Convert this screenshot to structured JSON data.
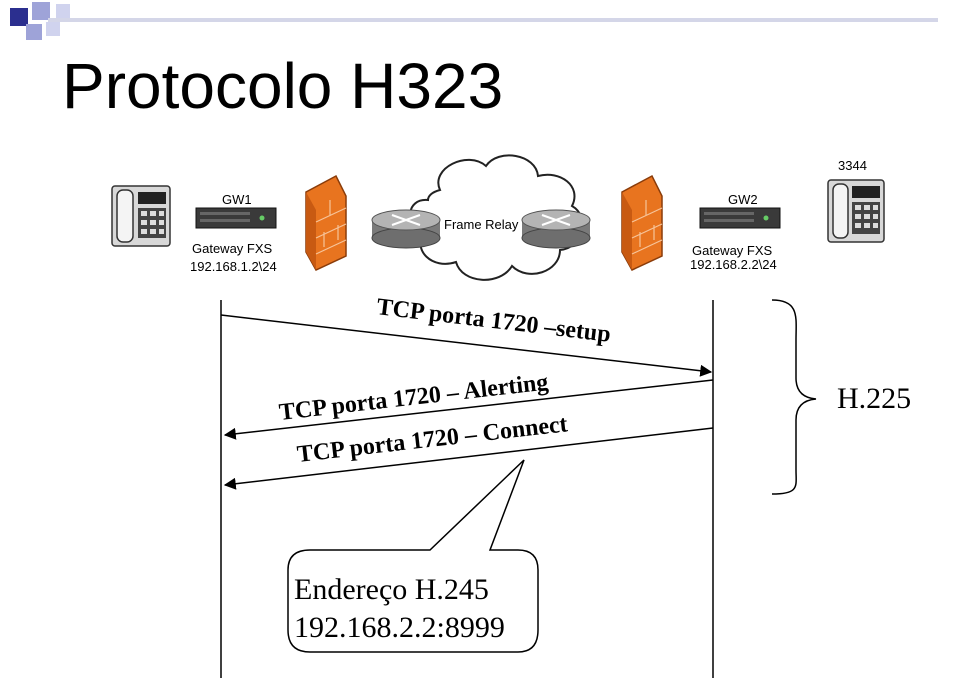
{
  "title": "Protocolo H323",
  "phone_right_label": "3344",
  "gw1": {
    "name": "GW1",
    "type": "Gateway FXS",
    "ip": "192.168.1.2\\24"
  },
  "gw2": {
    "name": "GW2",
    "type": "Gateway FXS",
    "ip": "192.168.2.2\\24"
  },
  "cloud_label": "Frame Relay",
  "messages": {
    "setup": "TCP porta 1720 –setup",
    "alerting": "TCP porta 1720 – Alerting",
    "connect": "TCP porta 1720 – Connect"
  },
  "protocol_label": "H.225",
  "callout": {
    "line1": "Endereço H.245",
    "line2": "192.168.2.2:8999"
  },
  "colors": {
    "deco_dark": "#2b2f8f",
    "deco_light": "#9ea3d8",
    "firewall": "#e8741f",
    "router": "#8a8a8a"
  }
}
